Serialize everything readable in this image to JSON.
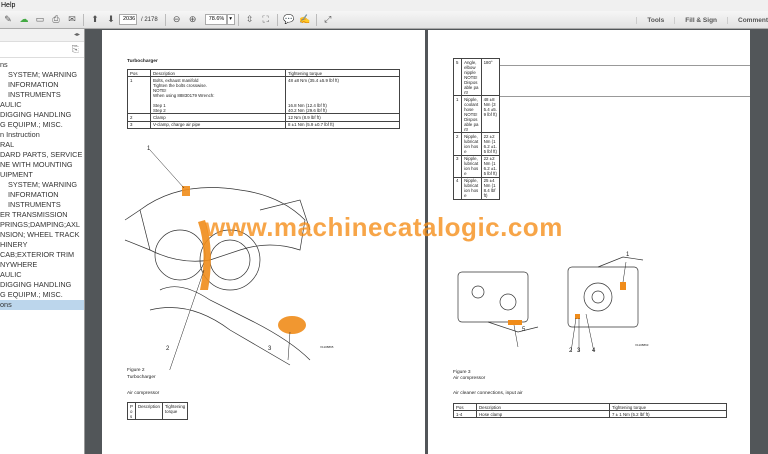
{
  "menu": {
    "help": "Help"
  },
  "toolbar": {
    "page_current": "2036",
    "page_total": "/ 2178",
    "zoom": "78.6%",
    "tools": "Tools",
    "fill_sign": "Fill & Sign",
    "comment": "Comment"
  },
  "sidebar": {
    "items": [
      "ns",
      "",
      "SYSTEM; WARNING",
      "INFORMATION",
      "INSTRUMENTS",
      "AULIC",
      "DIGGING HANDLING",
      "G EQUIPM.; MISC.",
      "",
      "n Instruction",
      "",
      "RAL",
      "DARD PARTS, SERVICE",
      "NE WITH MOUNTING",
      "UIPMENT",
      "SYSTEM; WARNING",
      "INFORMATION",
      "INSTRUMENTS",
      "ER TRANSMISSION",
      "",
      "PRINGS;DAMPING;AXL",
      "NSION; WHEEL TRACK",
      "",
      "HINERY",
      "CAB;EXTERIOR TRIM",
      "NYWHERE",
      "AULIC",
      "DIGGING HANDLING",
      "G EQUIPM.; MISC.",
      "",
      "",
      "ons"
    ]
  },
  "page1": {
    "title": "Turbocharger",
    "table": {
      "headers": [
        "Pos",
        "Description",
        "Tightening torque"
      ],
      "rows": [
        [
          "1",
          "Bolts, exhaust manifold\nTighten the bolts crosswise.\nNOTE!\nWhen using 88830179 Wrench:\n\nStep 1\nStep 2",
          "48 ±8 Nm (35.4 ±5.9 lbf ft)\n\n\n\n\n16.8 Nm (12.4 lbf ft)\n40.2 Nm (29.6 lbf ft)"
        ],
        [
          "2",
          "Clamp",
          "12 Nm (8.9 lbf ft)"
        ],
        [
          "3",
          "V-clamp, charge air pipe",
          "8 ±1 Nm (5.9 ±0.7 lbf ft)"
        ]
      ]
    },
    "callouts": [
      "1",
      "2",
      "3"
    ],
    "fig_code": "V1108865",
    "figure": "Figure 2",
    "figure_caption": "Turbocharger",
    "section": "Air compressor",
    "small_table": {
      "headers": [
        "Pos",
        "Description",
        "Tightening torque"
      ]
    }
  },
  "page2": {
    "table": {
      "rows": [
        [
          "5",
          "Angle, elbow nipple\nNOTE!\nDisposable part!",
          "180°"
        ],
        [
          "1",
          "Nipple, coolant hose\nNOTE!\nDisposable part!",
          "48 ±8 Nm (35.4 ±5.9 lbf ft)"
        ],
        [
          "2",
          "Nipple, lubrication hose",
          "22 ±2 Nm (16.2 ±1.5 lbf ft)"
        ],
        [
          "3",
          "Nipple, lubrication hose",
          "22 ±2 Nm (16.2 ±1.5 lbf ft)"
        ],
        [
          "4",
          "Nipple, lubrication hose",
          "25 ±4 Nm (18.4 lbf ft)"
        ]
      ]
    },
    "callouts": [
      "1",
      "5",
      "2",
      "3",
      "4"
    ],
    "fig_code": "V1108863",
    "figure": "Figure 3",
    "figure_caption": "Air compressor",
    "section": "Air cleaner connections, input air",
    "table2": {
      "headers": [
        "Pos",
        "Description",
        "Tightening torque"
      ],
      "rows": [
        [
          "1-4",
          "Hose clamp",
          "7 ± 1 Nm (5.2 lbf ft)"
        ]
      ]
    }
  },
  "watermark": "www.machinecatalogic.com",
  "colors": {
    "accent": "#f08c1a",
    "selected": "#bcd6ec",
    "background": "#525659"
  }
}
